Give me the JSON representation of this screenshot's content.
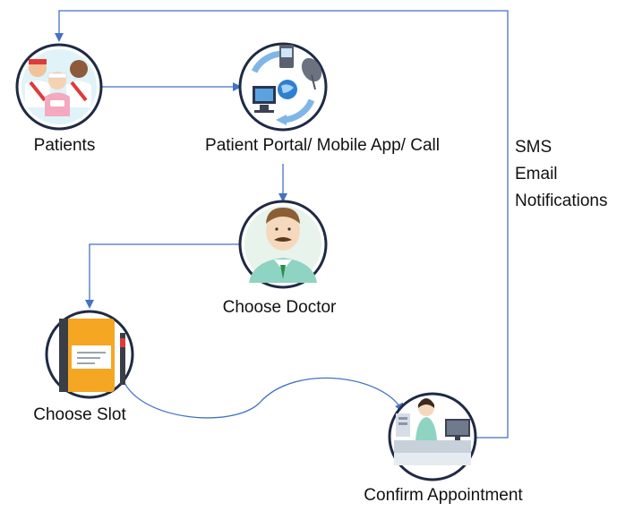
{
  "nodes": {
    "patients": {
      "label": "Patients",
      "icon": "patients-group-icon"
    },
    "portal": {
      "label": "Patient Portal/ Mobile App/ Call",
      "icon": "portal-devices-icon"
    },
    "doctor": {
      "label": "Choose Doctor",
      "icon": "doctor-icon"
    },
    "slot": {
      "label": "Choose Slot",
      "icon": "planner-notebook-icon"
    },
    "confirm": {
      "label": "Confirm Appointment",
      "icon": "reception-desk-icon"
    }
  },
  "channels": {
    "sms": "SMS",
    "email": "Email",
    "notifications": "Notifications"
  },
  "colors": {
    "connector": "#4472c4",
    "circle_stroke": "#1f2a44",
    "circle_fill": "#ffffff",
    "text": "#111111"
  }
}
